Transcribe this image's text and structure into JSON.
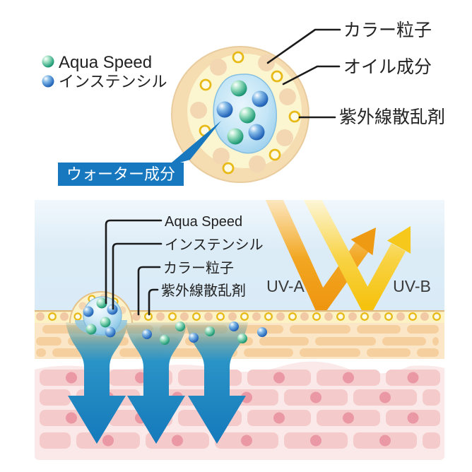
{
  "top_diagram": {
    "legend": [
      {
        "id": "aqua-speed",
        "label": "Aqua Speed",
        "dot_color": "green"
      },
      {
        "id": "instencil",
        "label": "インステンシル",
        "dot_color": "blue"
      }
    ],
    "label_color_particles": "カラー粒子",
    "label_oil_component": "オイル成分",
    "label_uv_scattering": "紫外線散乱剤",
    "callout_water_component": "ウォーター成分"
  },
  "bottom_diagram": {
    "label_aqua_speed": "Aqua Speed",
    "label_instencil": "インステンシル",
    "label_color_particles": "カラー粒子",
    "label_uv_scattering": "紫外線散乱剤",
    "label_uv_a": "UV-A",
    "label_uv_b": "UV-B"
  },
  "colors": {
    "aqua_speed_green": "#29a37e",
    "instencil_blue": "#2a6cbf",
    "callout_blue": "#1878bf",
    "uv_a_orange": "#ef9711",
    "uv_b_yellow": "#f5c20e",
    "penetration_arrow_blue": "#1b84c2",
    "capsule_shell_tan": "#f6dcb1",
    "capsule_oil_yellow": "#fbf6d0",
    "color_particle_peach": "#f3d6b2",
    "uv_scatter_ring_gold": "#e7ba18",
    "skin_cell_pink": "#f5caca",
    "skin_nucleus_pink": "#ea98a4",
    "corneum_cell_peach": "#f6cf9e"
  }
}
